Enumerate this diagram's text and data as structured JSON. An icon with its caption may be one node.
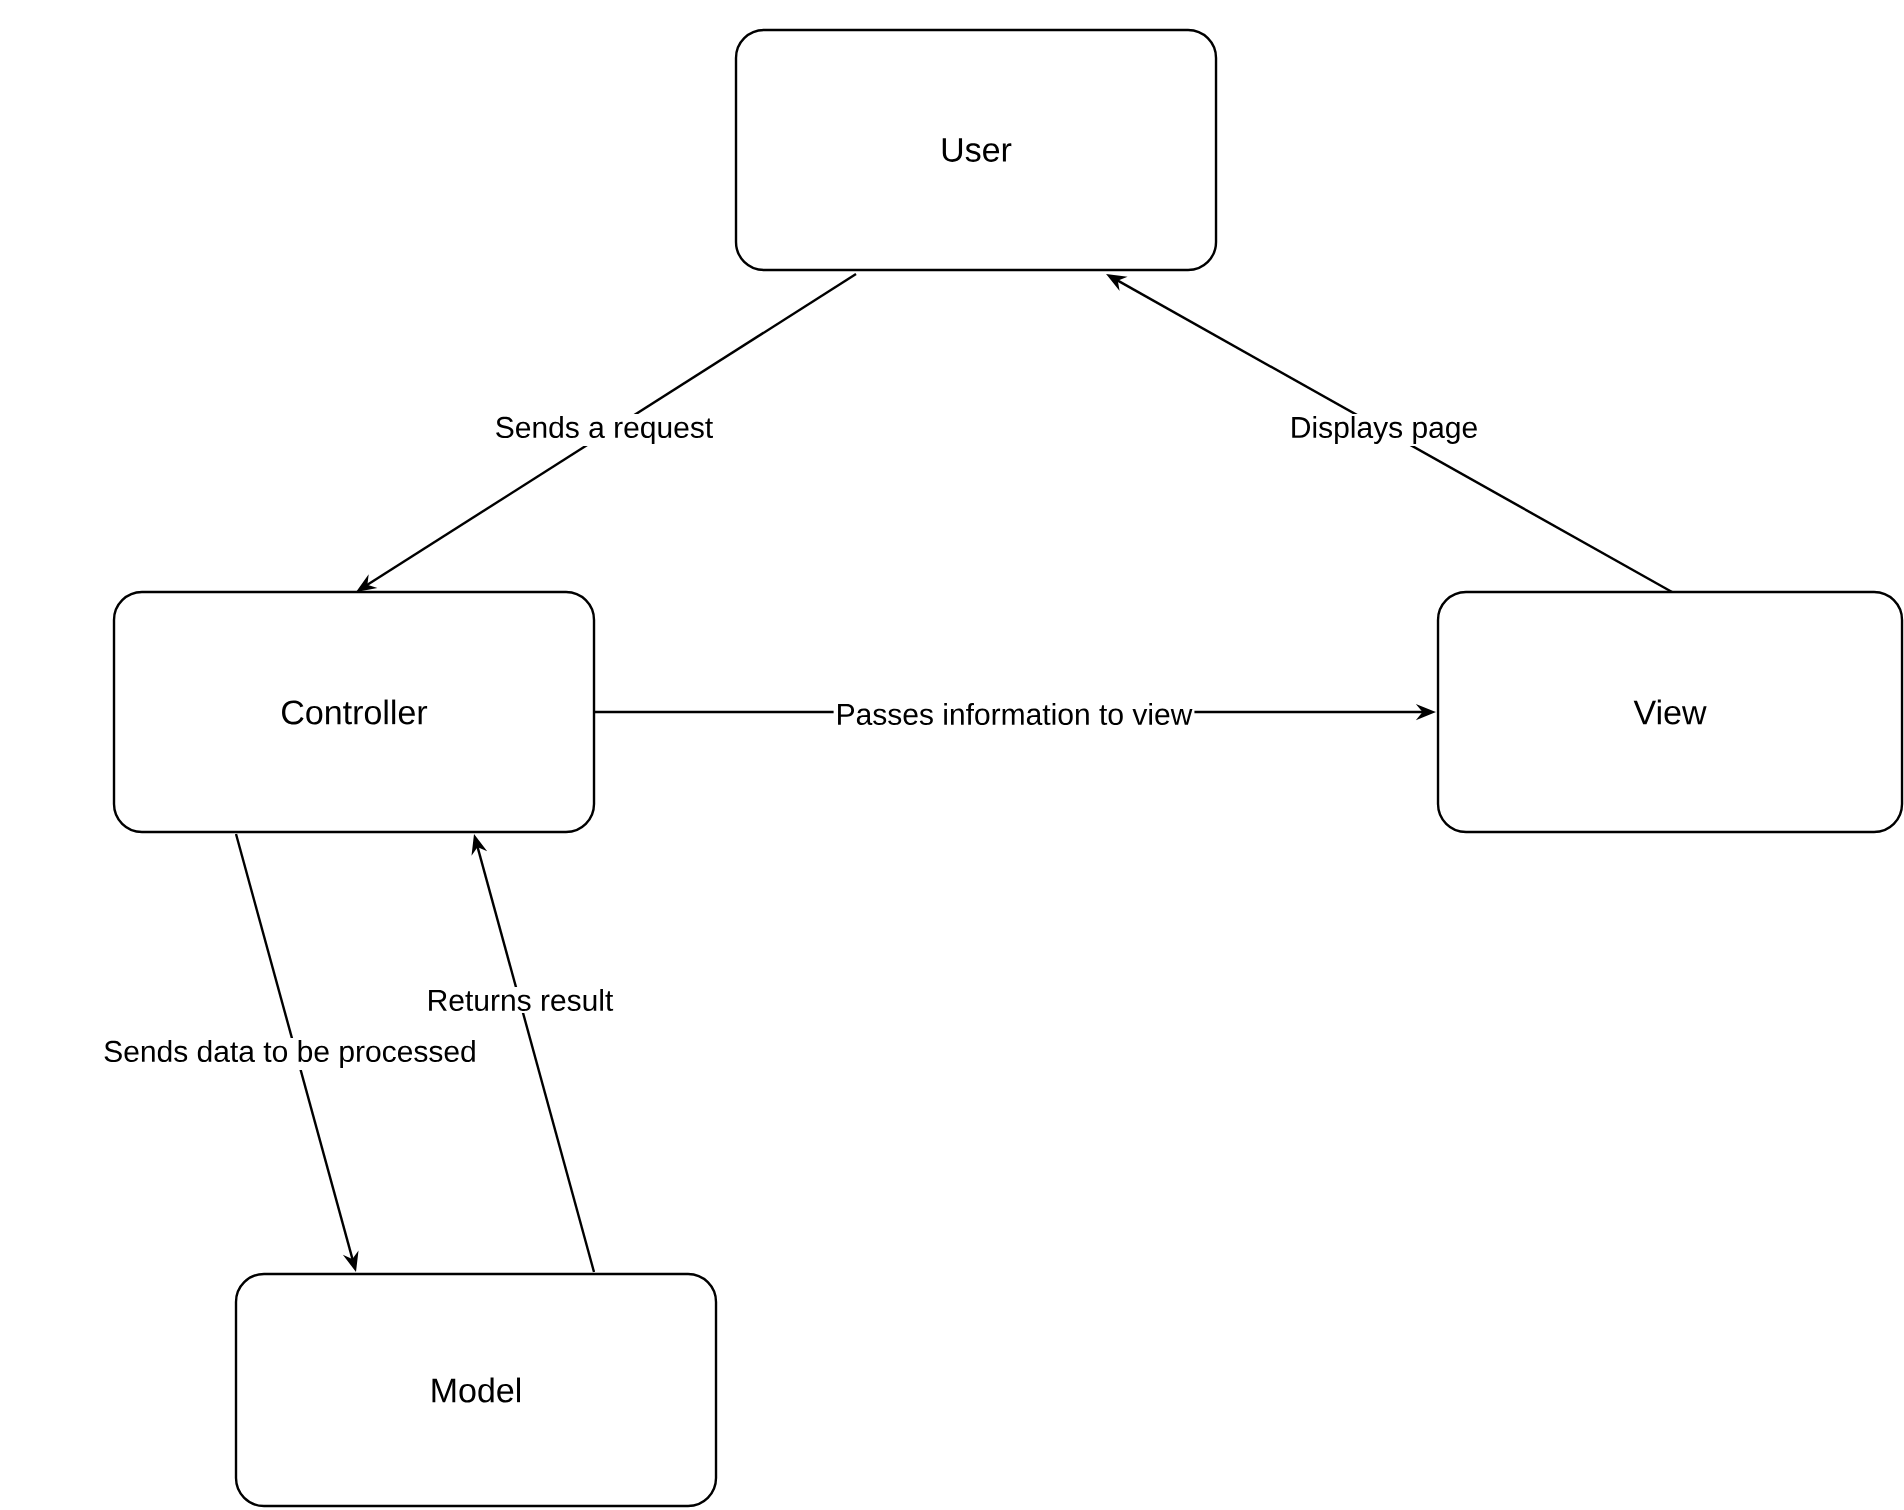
{
  "diagram": {
    "nodes": [
      {
        "text": [
          "User"
        ]
      },
      {
        "text": [
          "Controller"
        ]
      },
      {
        "text": [
          "View"
        ]
      },
      {
        "text": [
          "Model"
        ]
      }
    ],
    "edges": [
      {
        "from": 0,
        "to": 1,
        "arrow": "to",
        "label": "Sends a request"
      },
      {
        "from": 2,
        "to": 0,
        "arrow": "to",
        "label": "Displays page"
      },
      {
        "from": 1,
        "to": 2,
        "arrow": "to",
        "label": "Passes information to view"
      },
      {
        "from": 1,
        "to": 3,
        "arrow": "to",
        "label": "Sends data to be processed"
      },
      {
        "from": 3,
        "to": 1,
        "arrow": "to",
        "label": "Returns result"
      }
    ]
  }
}
